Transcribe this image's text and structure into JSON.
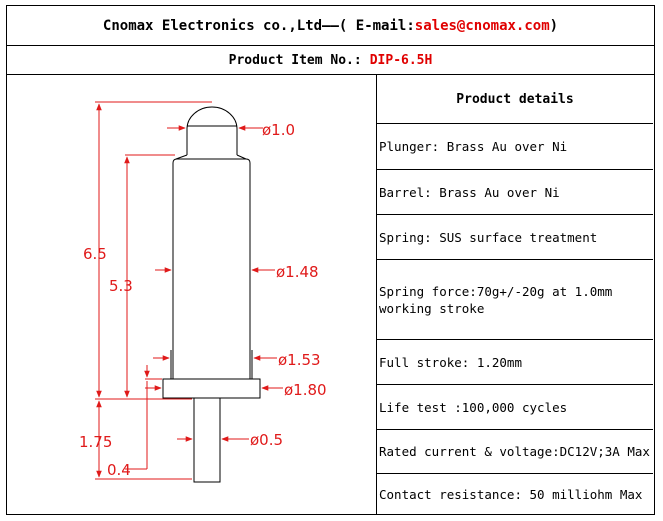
{
  "header": {
    "company": "Cnomax Electronics co.,Ltd——( E-mail: ",
    "email": "sales@cnomax.com",
    "close": ")"
  },
  "product_item": {
    "label": "Product Item No.:",
    "code": "DIP-6.5H"
  },
  "drawing": {
    "dimensions": {
      "total_length": "6.5",
      "barrel_length": "5.3",
      "tail_length": "1.75",
      "flange_thickness": "0.4",
      "tip_diameter": "ø1.0",
      "barrel_diameter": "ø1.48",
      "barrel_bottom_diameter": "ø1.53",
      "flange_diameter": "ø1.80",
      "tail_diameter": "ø0.5"
    },
    "colors": {
      "dimension": "#e01a1a",
      "outline": "#000000"
    }
  },
  "details": {
    "title": "Product details",
    "rows": [
      "Plunger: Brass Au over Ni",
      "Barrel: Brass Au over Ni",
      "Spring: SUS surface treatment",
      "Spring force:70g+/-20g at 1.0mm working stroke",
      "Full stroke: 1.20mm",
      "Life test :100,000 cycles",
      "Rated current & voltage:DC12V;3A Max",
      "Contact resistance: 50 milliohm Max"
    ]
  }
}
